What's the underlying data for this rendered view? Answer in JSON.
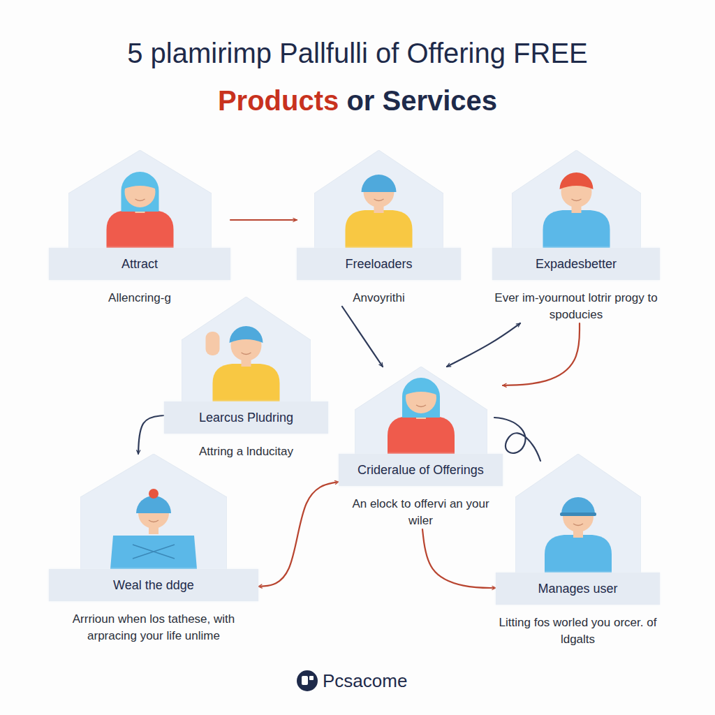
{
  "diagram": {
    "title": "5 plamirimp Pallfulli of Offering FREE Products or Services",
    "nodes": [
      {
        "text": [
          "Attract",
          "Allencring-g"
        ]
      },
      {
        "text": [
          "Freeloaders",
          "Anvoyrithi"
        ]
      },
      {
        "text": [
          "Expadesbetter",
          "Ever im-yournout lotrir progy to spoducies"
        ]
      },
      {
        "text": [
          "Learcus Pludring",
          "Attring a lnducitay"
        ]
      },
      {
        "text": [
          "Crideralue of Offerings",
          "An elock to offervi an your wiler"
        ]
      },
      {
        "text": [
          "Weal the ddge",
          "Arrrioun when los tathese, with arpracing your life unlime"
        ]
      },
      {
        "text": [
          "Manages user",
          "Litting fos worled you orcer. of ldgalts"
        ]
      }
    ],
    "edges": [
      {
        "from": 0,
        "to": 1,
        "arrow": "to"
      },
      {
        "from": 1,
        "to": 4,
        "arrow": "to"
      },
      {
        "from": 2,
        "to": 4,
        "arrow": "both"
      },
      {
        "from": 2,
        "to": 4,
        "arrow": "to"
      },
      {
        "from": 3,
        "to": 5,
        "arrow": "to"
      },
      {
        "from": 5,
        "to": 4,
        "arrow": "both"
      },
      {
        "from": 4,
        "to": 6,
        "arrow": "to"
      }
    ],
    "labels": [
      "Pcsacome"
    ]
  }
}
